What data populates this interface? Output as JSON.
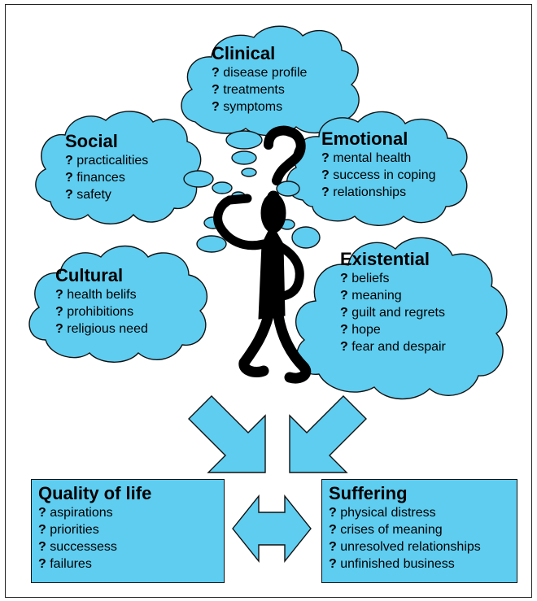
{
  "colors": {
    "cloud": "#5fcdf0",
    "stroke": "#111111",
    "figure": "#000000"
  },
  "bullet": "?",
  "clouds": {
    "clinical": {
      "title": "Clinical",
      "items": [
        "disease profile",
        "treatments",
        "symptoms"
      ]
    },
    "social": {
      "title": "Social",
      "items": [
        "practicalities",
        "finances",
        "safety"
      ]
    },
    "emotional": {
      "title": "Emotional",
      "items": [
        "mental health",
        "success in coping",
        "relationships"
      ]
    },
    "cultural": {
      "title": "Cultural",
      "items": [
        "health belifs",
        "prohibitions",
        "religious need"
      ]
    },
    "existential": {
      "title": "Existential",
      "items": [
        "beliefs",
        "meaning",
        "guilt and regrets",
        "hope",
        "fear and despair"
      ]
    }
  },
  "boxes": {
    "quality": {
      "title": "Quality of life",
      "items": [
        "aspirations",
        "priorities",
        "successess",
        "failures"
      ]
    },
    "suffering": {
      "title": "Suffering",
      "items": [
        "physical distress",
        "crises of meaning",
        "unresolved relationships",
        "unfinished business"
      ]
    }
  }
}
